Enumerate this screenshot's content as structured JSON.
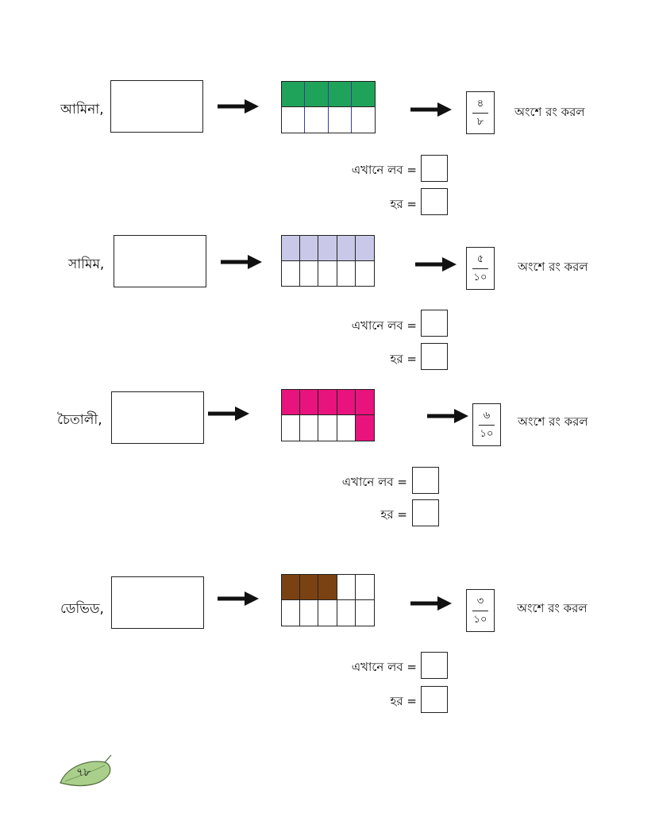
{
  "rows": [
    {
      "name": "আমিনা,",
      "fraction_numerator": "৪",
      "fraction_denominator": "৮",
      "action_text": "অংশে রং করল",
      "numerator_label": "এখানে লব  =",
      "denominator_label": "হর  =",
      "grid": {
        "cols": 4,
        "rows": 2,
        "shaded_cells": 4,
        "fill_color": "#1fa35a",
        "line_color": "#3a3a9a"
      }
    },
    {
      "name": "সামিম,",
      "fraction_numerator": "৫",
      "fraction_denominator": "১০",
      "action_text": "অংশে রং করল",
      "numerator_label": "এখানে লব  =",
      "denominator_label": "হর  =",
      "grid": {
        "cols": 5,
        "rows": 2,
        "shaded_cells": 5,
        "fill_color": "#c9c8e8",
        "line_color": "#222222"
      }
    },
    {
      "name": "চৈতালী,",
      "fraction_numerator": "৬",
      "fraction_denominator": "১০",
      "action_text": "অংশে রং করল",
      "numerator_label": "এখানে লব  =",
      "denominator_label": "হর  =",
      "grid": {
        "cols": 5,
        "rows": 2,
        "shaded_cells": 6,
        "fill_color": "#e8137c",
        "line_color": "#222222"
      }
    },
    {
      "name": "ডেভিড,",
      "fraction_numerator": "৩",
      "fraction_denominator": "১০",
      "action_text": "অংশে রং করল",
      "numerator_label": "এখানে লব  =",
      "denominator_label": "হর  =",
      "grid": {
        "cols": 5,
        "rows": 2,
        "shaded_cells": 3,
        "fill_color": "#7a4212",
        "line_color": "#222222"
      }
    }
  ],
  "footer": {
    "page_number": "৭৮",
    "leaf_icon": "leaf-icon",
    "leaf_color": "#a9cf8a"
  }
}
